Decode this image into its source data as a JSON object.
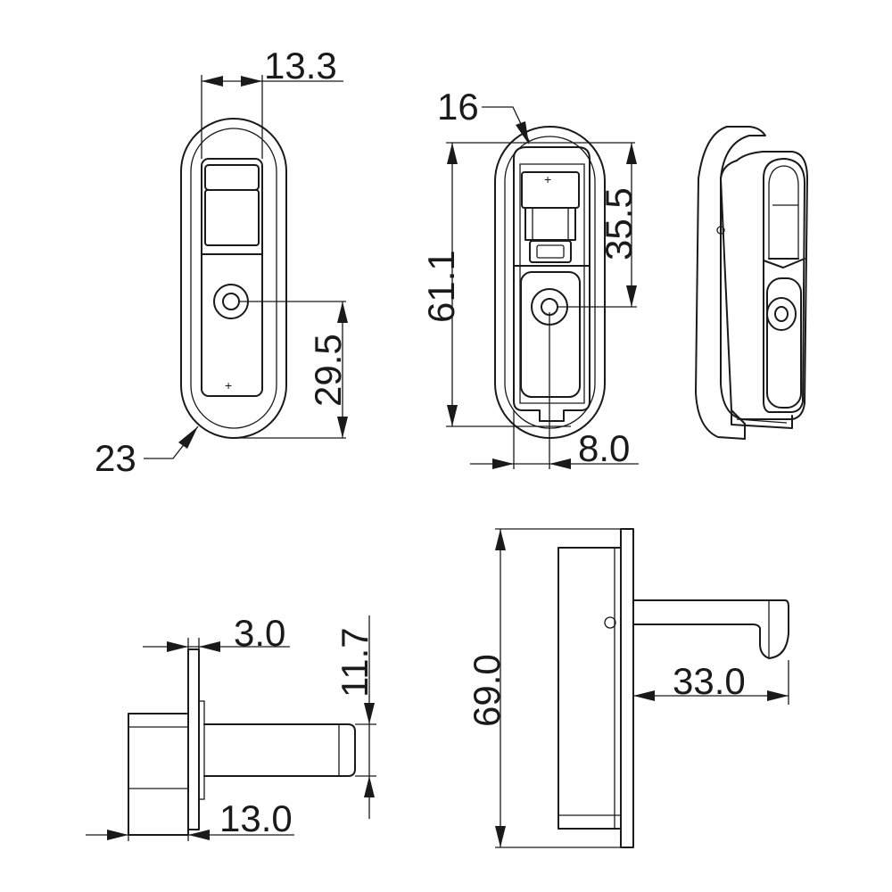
{
  "drawing": {
    "dimensions": {
      "top_width": "13.3",
      "top_outer_radius": "23",
      "handle_height": "29.5",
      "notch": "16",
      "total_height": "61.1",
      "upper_height": "35.5",
      "offset": "8.0",
      "flange": "3.0",
      "shaft_height": "11.7",
      "body_depth": "13.0",
      "overall_height": "69.0",
      "projection": "33.0"
    }
  }
}
